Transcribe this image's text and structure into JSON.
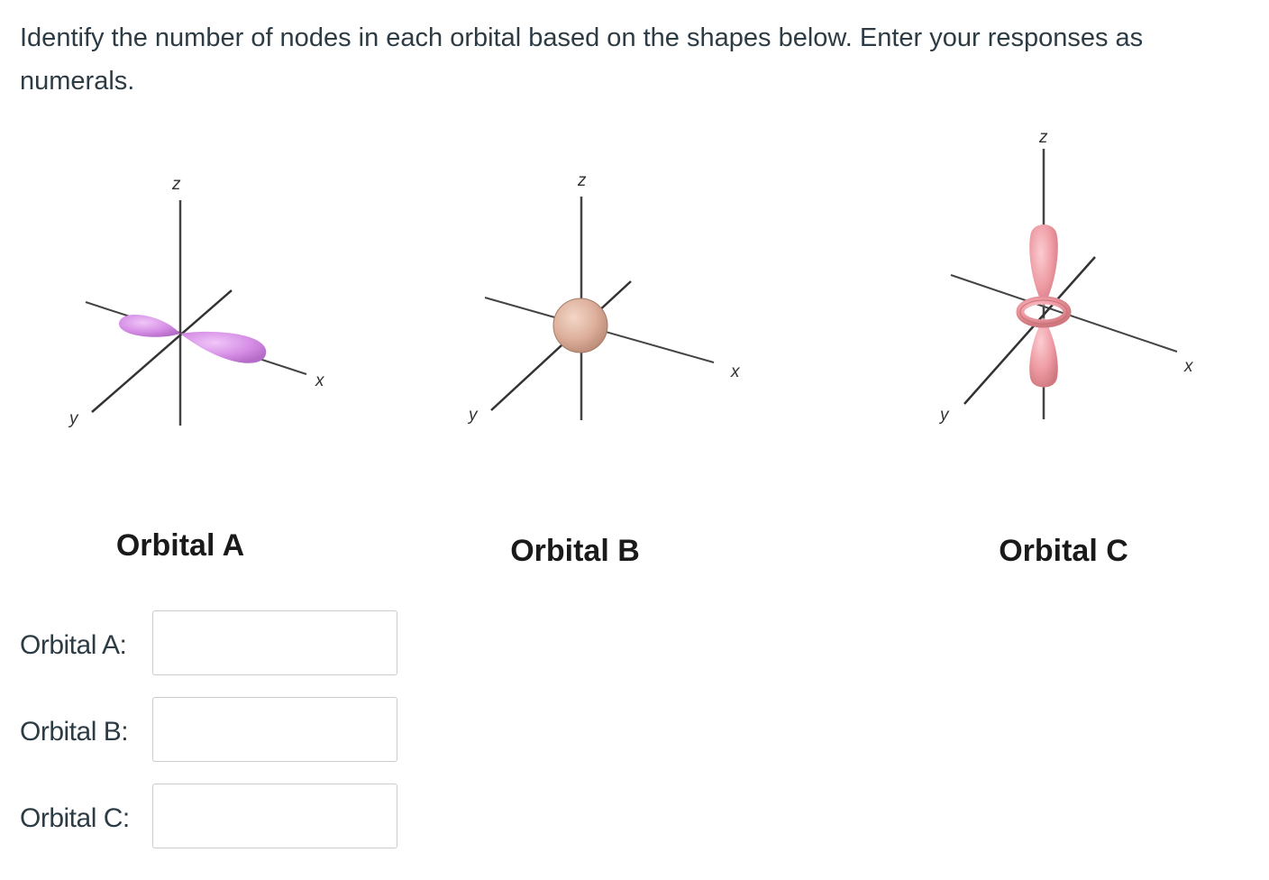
{
  "question": {
    "prompt": "Identify the number of nodes in each orbital based on the shapes below. Enter your responses as numerals."
  },
  "figure": {
    "orbitals": [
      {
        "caption": "Orbital A",
        "axes": {
          "z": "z",
          "x": "x",
          "y": "y"
        },
        "color": "#d68fe6"
      },
      {
        "caption": "Orbital B",
        "axes": {
          "z": "z",
          "x": "x",
          "y": "y"
        },
        "color": "#dcae9a"
      },
      {
        "caption": "Orbital C",
        "axes": {
          "z": "z",
          "x": "x",
          "y": "y"
        },
        "color": "#ee9aa2"
      }
    ]
  },
  "answers": [
    {
      "label": "Orbital A:",
      "value": "",
      "placeholder": ""
    },
    {
      "label": "Orbital B:",
      "value": "",
      "placeholder": ""
    },
    {
      "label": "Orbital C:",
      "value": "",
      "placeholder": ""
    }
  ]
}
